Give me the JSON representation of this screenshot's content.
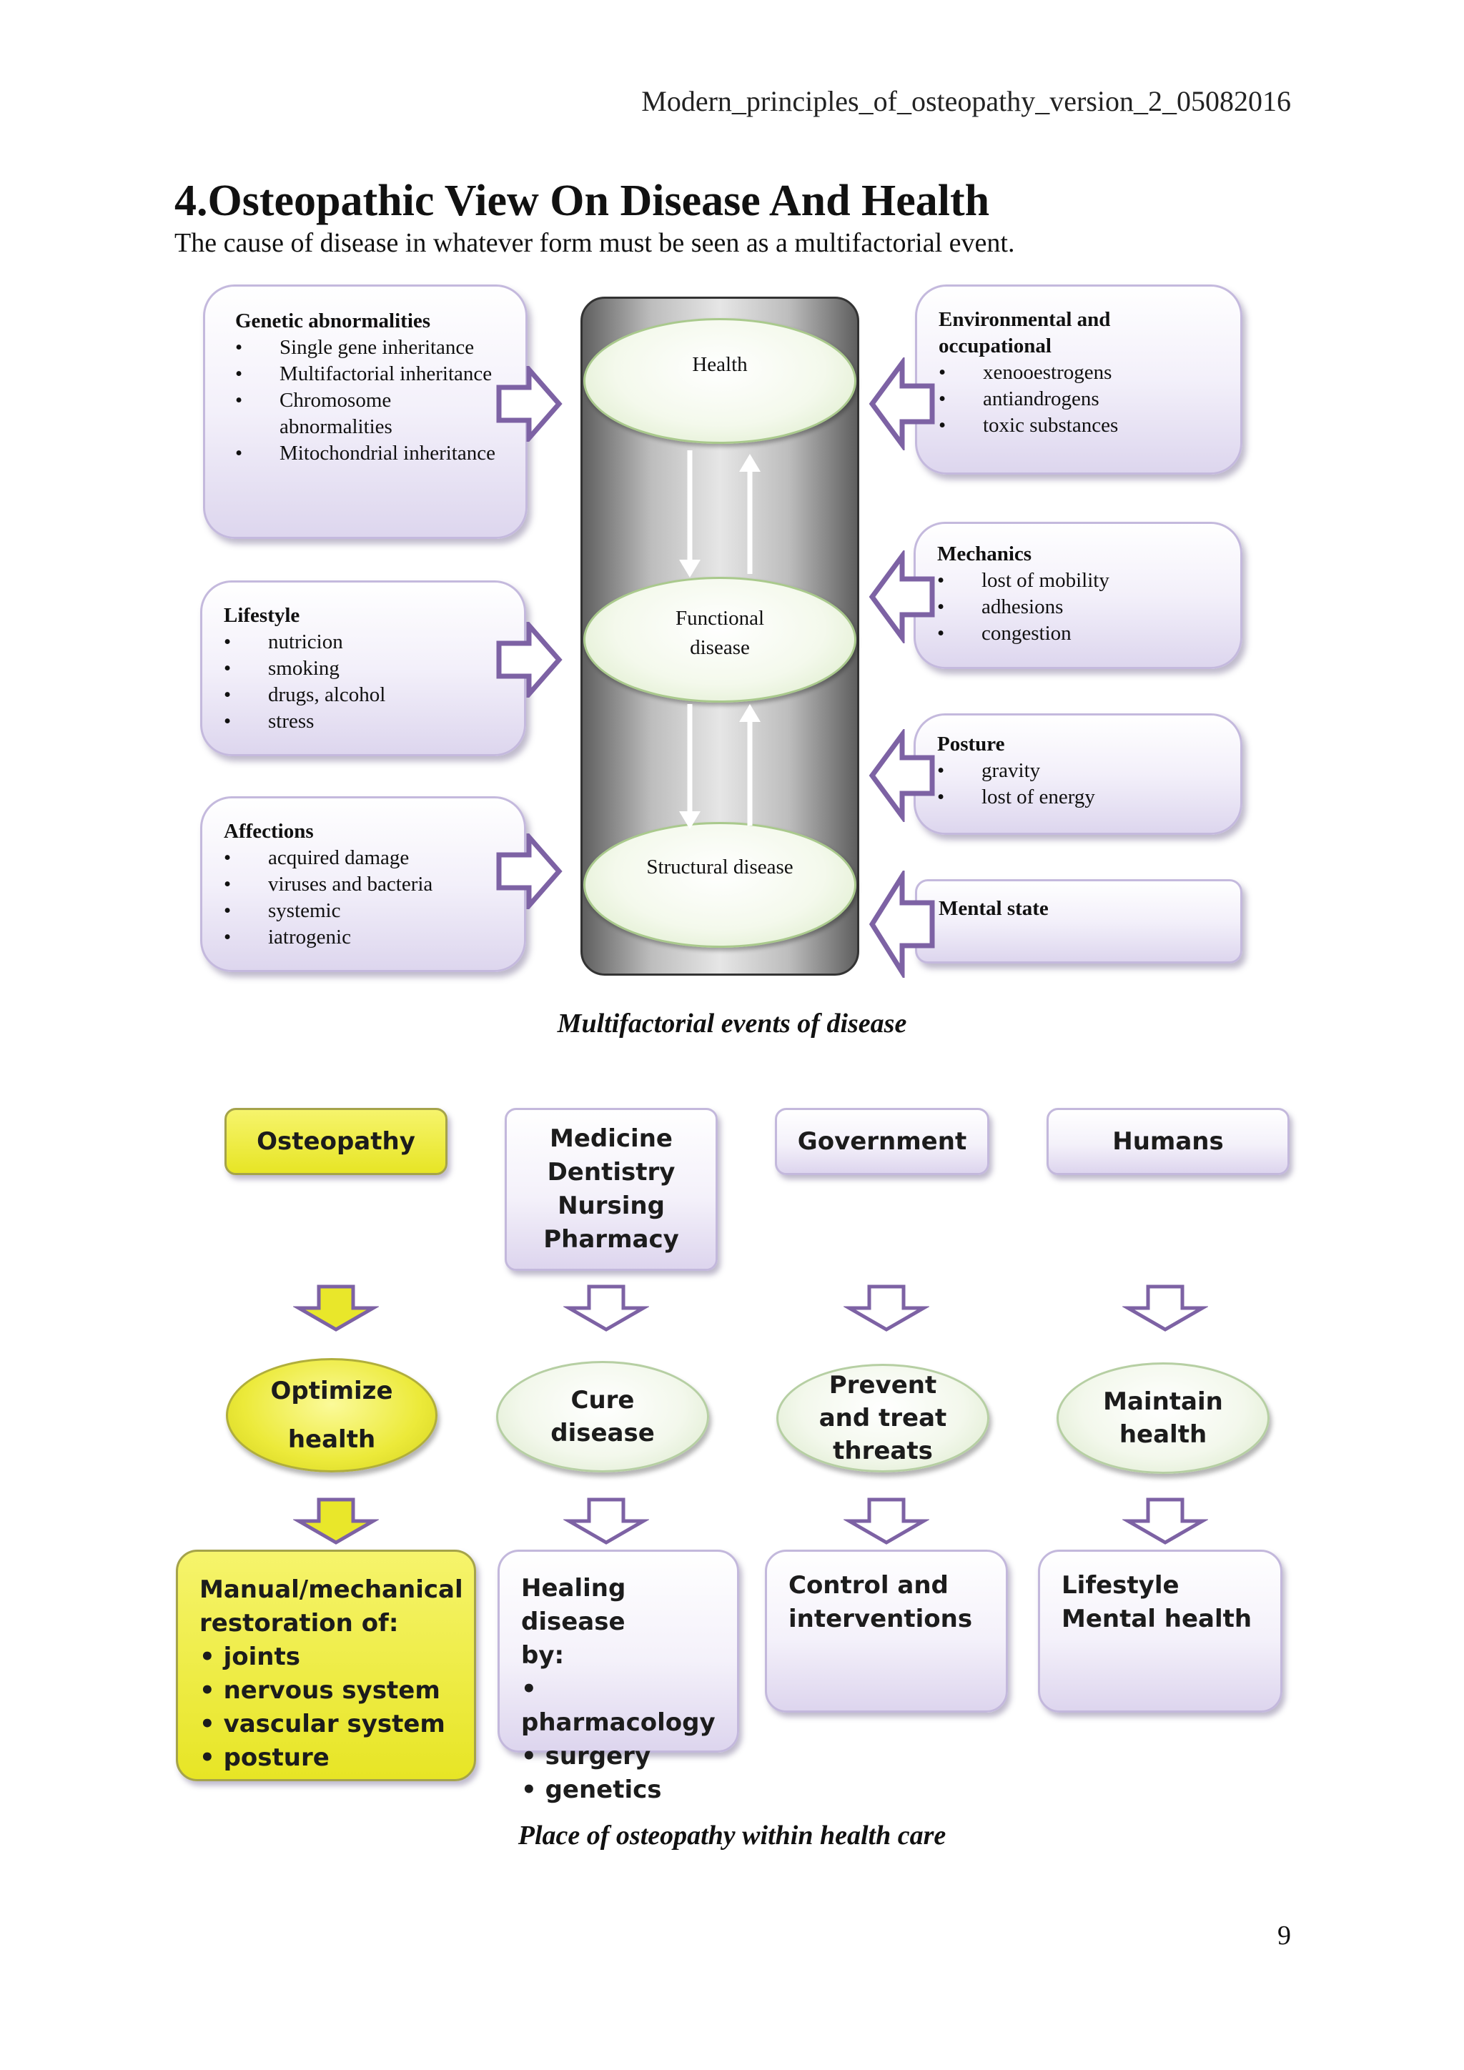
{
  "header": {
    "doc_name": "Modern_principles_of_osteopathy_version_2_05082016"
  },
  "section": {
    "title": "4.Osteopathic View On Disease And Health",
    "intro": "The cause of disease in whatever form must be seen as a multifactorial event."
  },
  "figure1": {
    "caption": "Multifactorial events of disease",
    "factors_left": [
      {
        "title": "Genetic abnormalities",
        "items": [
          "Single gene inheritance",
          "Multifactorial inheritance",
          "Chromosome abnormalities",
          "Mitochondrial inheritance"
        ]
      },
      {
        "title": "Lifestyle",
        "items": [
          "nutricion",
          "smoking",
          "drugs, alcohol",
          "stress"
        ]
      },
      {
        "title": "Affections",
        "items": [
          "acquired damage",
          "viruses and bacteria",
          "systemic",
          "iatrogenic"
        ]
      }
    ],
    "factors_right": [
      {
        "title": "Environmental and occupational",
        "items": [
          "xenooestrogens",
          "antiandrogens",
          "toxic substances"
        ]
      },
      {
        "title": "Mechanics",
        "items": [
          "lost of mobility",
          "adhesions",
          "congestion"
        ]
      },
      {
        "title": "Posture",
        "items": [
          "gravity",
          "lost of energy"
        ]
      },
      {
        "title": "Mental state",
        "items": []
      }
    ],
    "states": {
      "health": "Health",
      "functional_1": "Functional",
      "functional_2": "disease",
      "structural": "Structural disease"
    }
  },
  "figure2": {
    "caption": "Place of osteopathy within health care",
    "columns": [
      {
        "top_lines": [
          "Osteopathy"
        ],
        "goal_lines": [
          "Optimize",
          "health"
        ],
        "desc_lines": [
          "Manual/mechanical",
          "restoration of:"
        ],
        "desc_items": [
          "joints",
          "nervous system",
          "vascular system",
          "posture"
        ]
      },
      {
        "top_lines": [
          "Medicine",
          "Dentistry",
          "Nursing",
          "Pharmacy"
        ],
        "goal_lines": [
          "Cure",
          "disease"
        ],
        "desc_lines": [
          "Healing disease",
          "by:"
        ],
        "desc_items": [
          "pharmacology",
          "surgery",
          "genetics"
        ]
      },
      {
        "top_lines": [
          "Government"
        ],
        "goal_lines": [
          "Prevent",
          "and treat",
          "threats"
        ],
        "desc_lines": [
          "Control and",
          "interventions"
        ],
        "desc_items": []
      },
      {
        "top_lines": [
          "Humans"
        ],
        "goal_lines": [
          "Maintain",
          "health"
        ],
        "desc_lines": [
          "Lifestyle",
          "Mental health"
        ],
        "desc_items": []
      }
    ]
  },
  "footer": {
    "page_number": "9"
  },
  "colors": {
    "arrow_purple": "#7d62a4",
    "highlight_yellow": "#e9e72a",
    "ellipse_green": "#a9c98c",
    "box_lavender": "#ddd6ee"
  },
  "icons": {
    "right_arrow": "block-arrow-right-icon",
    "left_arrow": "block-arrow-left-icon",
    "down_arrow": "block-arrow-down-icon",
    "up_arrow": "thin-arrow-up-icon"
  }
}
